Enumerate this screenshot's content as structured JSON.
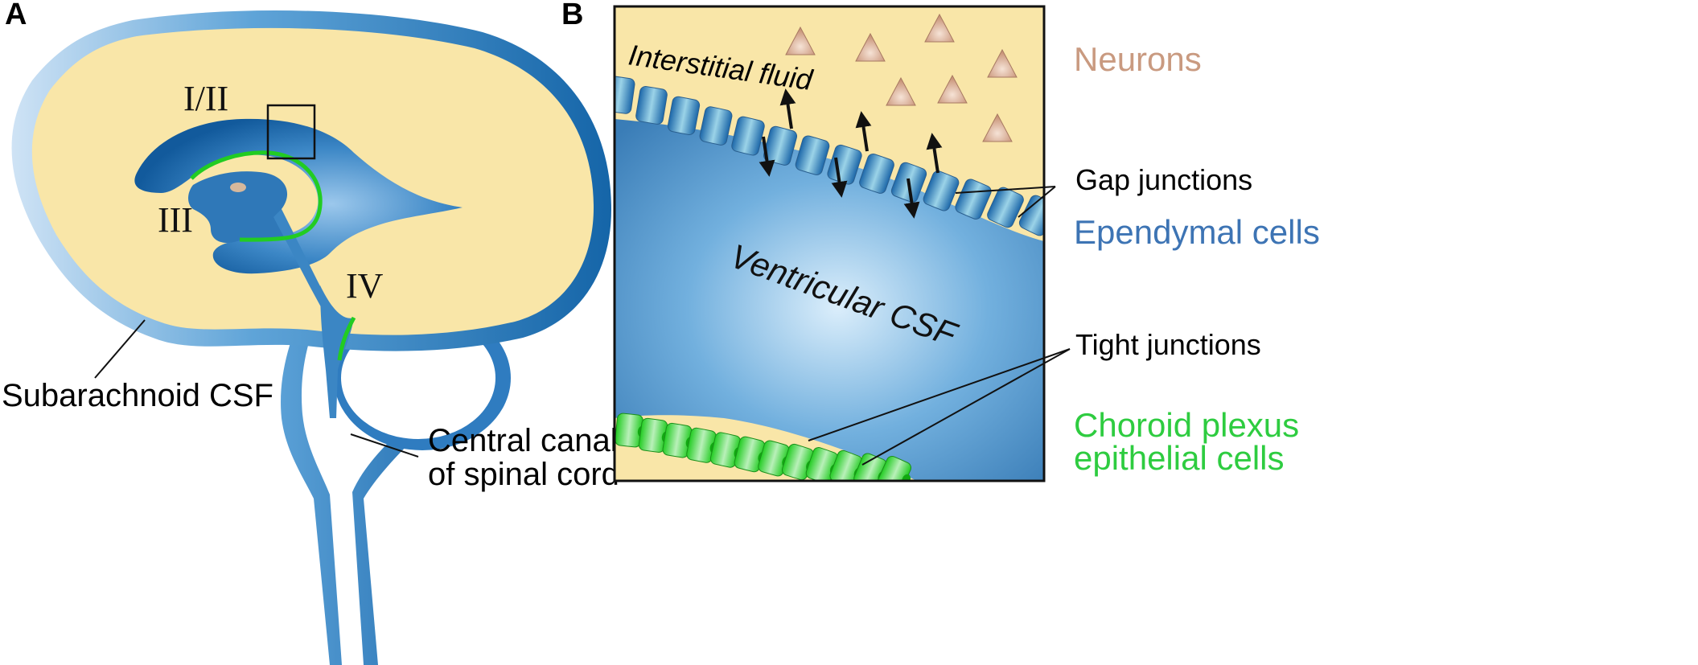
{
  "panel_a": {
    "letter": "A",
    "ventricle_labels": {
      "lateral": "I/II",
      "third": "III",
      "fourth": "IV"
    },
    "subarachnoid_label": "Subarachnoid CSF",
    "central_canal_label": [
      "Central canal",
      "of spinal cord"
    ]
  },
  "panel_b": {
    "letter": "B",
    "interstitial_fluid_label": "Interstitial fluid",
    "ventricular_csf_label": "Ventricular CSF",
    "gap_junctions_label": "Gap junctions",
    "tight_junctions_label": "Tight junctions",
    "legend": {
      "neurons": "Neurons",
      "ependymal_cells": "Ependymal cells",
      "choroid_plexus": [
        "Choroid plexus",
        "epithelial cells"
      ]
    }
  },
  "colors": {
    "brain_tissue": "#f9e6a8",
    "csf_blue": "#3b86c4",
    "ventricle_dark": "#1e63a6",
    "choroid_green": "#22cc22",
    "neuron": "#d9a88e",
    "neurons_text": "#c99a80",
    "ependymal_text": "#3d74b4",
    "choroid_text": "#2ecc40"
  }
}
